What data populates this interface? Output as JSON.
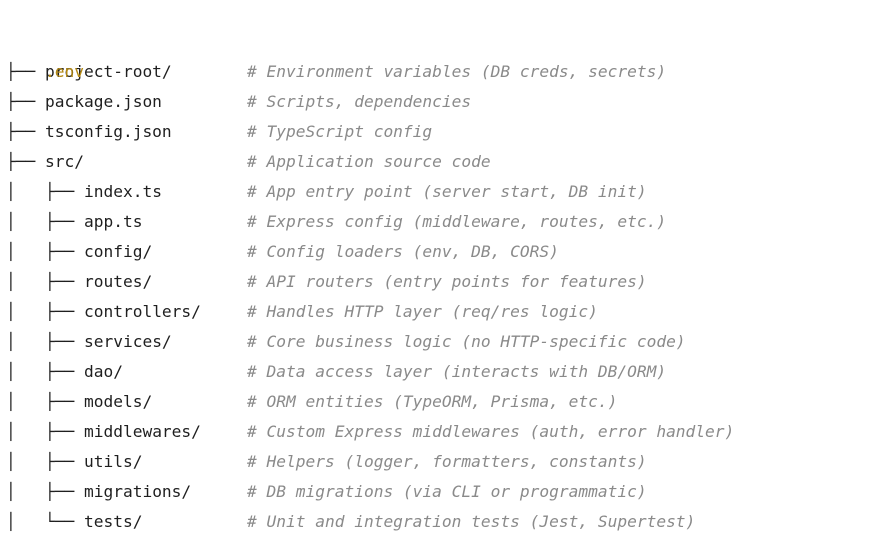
{
  "tree": {
    "root": "project-root/",
    "entries": [
      {
        "prefix": "├── ",
        "name": ".env",
        "comment": "# Environment variables (DB creds, secrets)",
        "highlight": "#b58a14"
      },
      {
        "prefix": "├── ",
        "name": "package.json",
        "comment": "# Scripts, dependencies"
      },
      {
        "prefix": "├── ",
        "name": "tsconfig.json",
        "comment": "# TypeScript config"
      },
      {
        "prefix": "├── ",
        "name": "src/",
        "comment": "# Application source code"
      },
      {
        "prefix": "│   ├── ",
        "name": "index.ts",
        "comment": "# App entry point (server start, DB init)"
      },
      {
        "prefix": "│   ├── ",
        "name": "app.ts",
        "comment": "# Express config (middleware, routes, etc.)"
      },
      {
        "prefix": "│   ├── ",
        "name": "config/",
        "comment": "# Config loaders (env, DB, CORS)"
      },
      {
        "prefix": "│   ├── ",
        "name": "routes/",
        "comment": "# API routers (entry points for features)"
      },
      {
        "prefix": "│   ├── ",
        "name": "controllers/",
        "comment": "# Handles HTTP layer (req/res logic)"
      },
      {
        "prefix": "│   ├── ",
        "name": "services/",
        "comment": "# Core business logic (no HTTP-specific code)"
      },
      {
        "prefix": "│   ├── ",
        "name": "dao/",
        "comment": "# Data access layer (interacts with DB/ORM)"
      },
      {
        "prefix": "│   ├── ",
        "name": "models/",
        "comment": "# ORM entities (TypeORM, Prisma, etc.)"
      },
      {
        "prefix": "│   ├── ",
        "name": "middlewares/",
        "comment": "# Custom Express middlewares (auth, error handler)"
      },
      {
        "prefix": "│   ├── ",
        "name": "utils/",
        "comment": "# Helpers (logger, formatters, constants)"
      },
      {
        "prefix": "│   ├── ",
        "name": "migrations/",
        "comment": "# DB migrations (via CLI or programmatic)"
      },
      {
        "prefix": "│   └── ",
        "name": "tests/",
        "comment": "# Unit and integration tests (Jest, Supertest)"
      }
    ]
  }
}
